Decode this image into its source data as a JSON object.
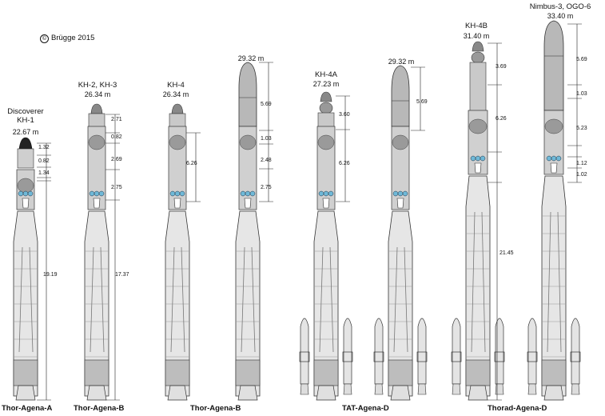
{
  "copyright": "Brügge 2015",
  "rockets": [
    {
      "id": "r1",
      "top_label": [
        "Discoverer",
        "KH-1"
      ],
      "height": "22.67 m",
      "dims": [
        "1.32",
        "0.82",
        "1.34",
        "19.19"
      ],
      "vehicle": "Thor-Agena-A",
      "boosters": false,
      "payload": "capsule-small"
    },
    {
      "id": "r2",
      "top_label": [
        "KH-2, KH-3"
      ],
      "height": "26.34 m",
      "dims": [
        "2.71",
        "0.82",
        "2.69",
        "2.75",
        "17.37"
      ],
      "vehicle": "Thor-Agena-B",
      "boosters": false,
      "payload": "capsule"
    },
    {
      "id": "r3",
      "top_label": [
        "KH-4"
      ],
      "height": "26.34 m",
      "dims": [
        "6.26"
      ],
      "vehicle": "Thor-Agena-B",
      "boosters": false,
      "payload": "capsule"
    },
    {
      "id": "r4",
      "top_label": [],
      "height": "29.32 m",
      "dims": [
        "5.69",
        "1.03",
        "2.48",
        "2.75"
      ],
      "vehicle": "",
      "boosters": false,
      "payload": "fairing"
    },
    {
      "id": "r5",
      "top_label": [
        "KH-4A"
      ],
      "height": "27.23 m",
      "dims": [
        "3.60",
        "6.26"
      ],
      "vehicle": "TAT-Agena-D",
      "boosters": true,
      "payload": "double-capsule"
    },
    {
      "id": "r6",
      "top_label": [],
      "height": "29.32 m",
      "dims": [
        "5.69"
      ],
      "vehicle": "",
      "boosters": true,
      "payload": "fairing"
    },
    {
      "id": "r7",
      "top_label": [
        "KH-4B"
      ],
      "height": "31.40 m",
      "dims": [
        "3.69",
        "6.26",
        "21.45"
      ],
      "vehicle": "Thorad-Agena-D",
      "boosters": true,
      "payload": "double-capsule"
    },
    {
      "id": "r8",
      "top_label": [
        "Nimbus-3, OGO-6"
      ],
      "height": "33.40 m",
      "dims": [
        "5.69",
        "1.03",
        "5.23",
        "1.12",
        "1.02"
      ],
      "vehicle": "",
      "boosters": true,
      "payload": "fairing"
    }
  ]
}
